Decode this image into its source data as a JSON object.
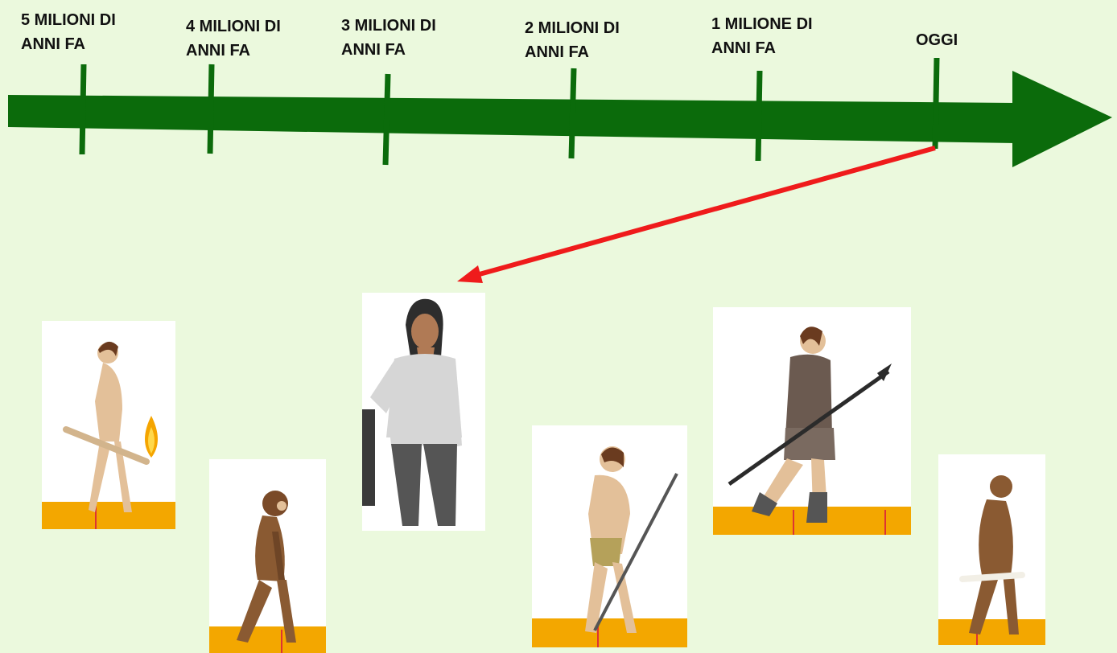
{
  "timeline": {
    "labels": [
      "5 MILIONI DI\nANNI FA",
      "4 MILIONI DI\nANNI FA",
      "3 MILIONI DI\nANNI FA",
      "2 MILIONI DI\nANNI FA",
      "1 MILIONE DI\nANNI FA",
      "OGGI"
    ],
    "arrow_color": "#0b6b0b",
    "pointer_color": "#ef1b1b"
  },
  "figures": [
    {
      "name": "homo-erectus-with-torch",
      "icon": "caveman-torch-icon"
    },
    {
      "name": "australopithecus-walking",
      "icon": "hominid-walking-icon"
    },
    {
      "name": "modern-woman",
      "icon": "modern-human-icon"
    },
    {
      "name": "homo-habilis-with-stick",
      "icon": "caveman-stick-icon"
    },
    {
      "name": "neanderthal-with-spear",
      "icon": "caveman-spear-icon"
    },
    {
      "name": "ardipithecus-with-bone",
      "icon": "hominid-bone-icon"
    }
  ],
  "colors": {
    "background": "#ebf9dd",
    "ground": "#f3a700",
    "skin": "#e3c099",
    "fur": "#8a5a32"
  }
}
